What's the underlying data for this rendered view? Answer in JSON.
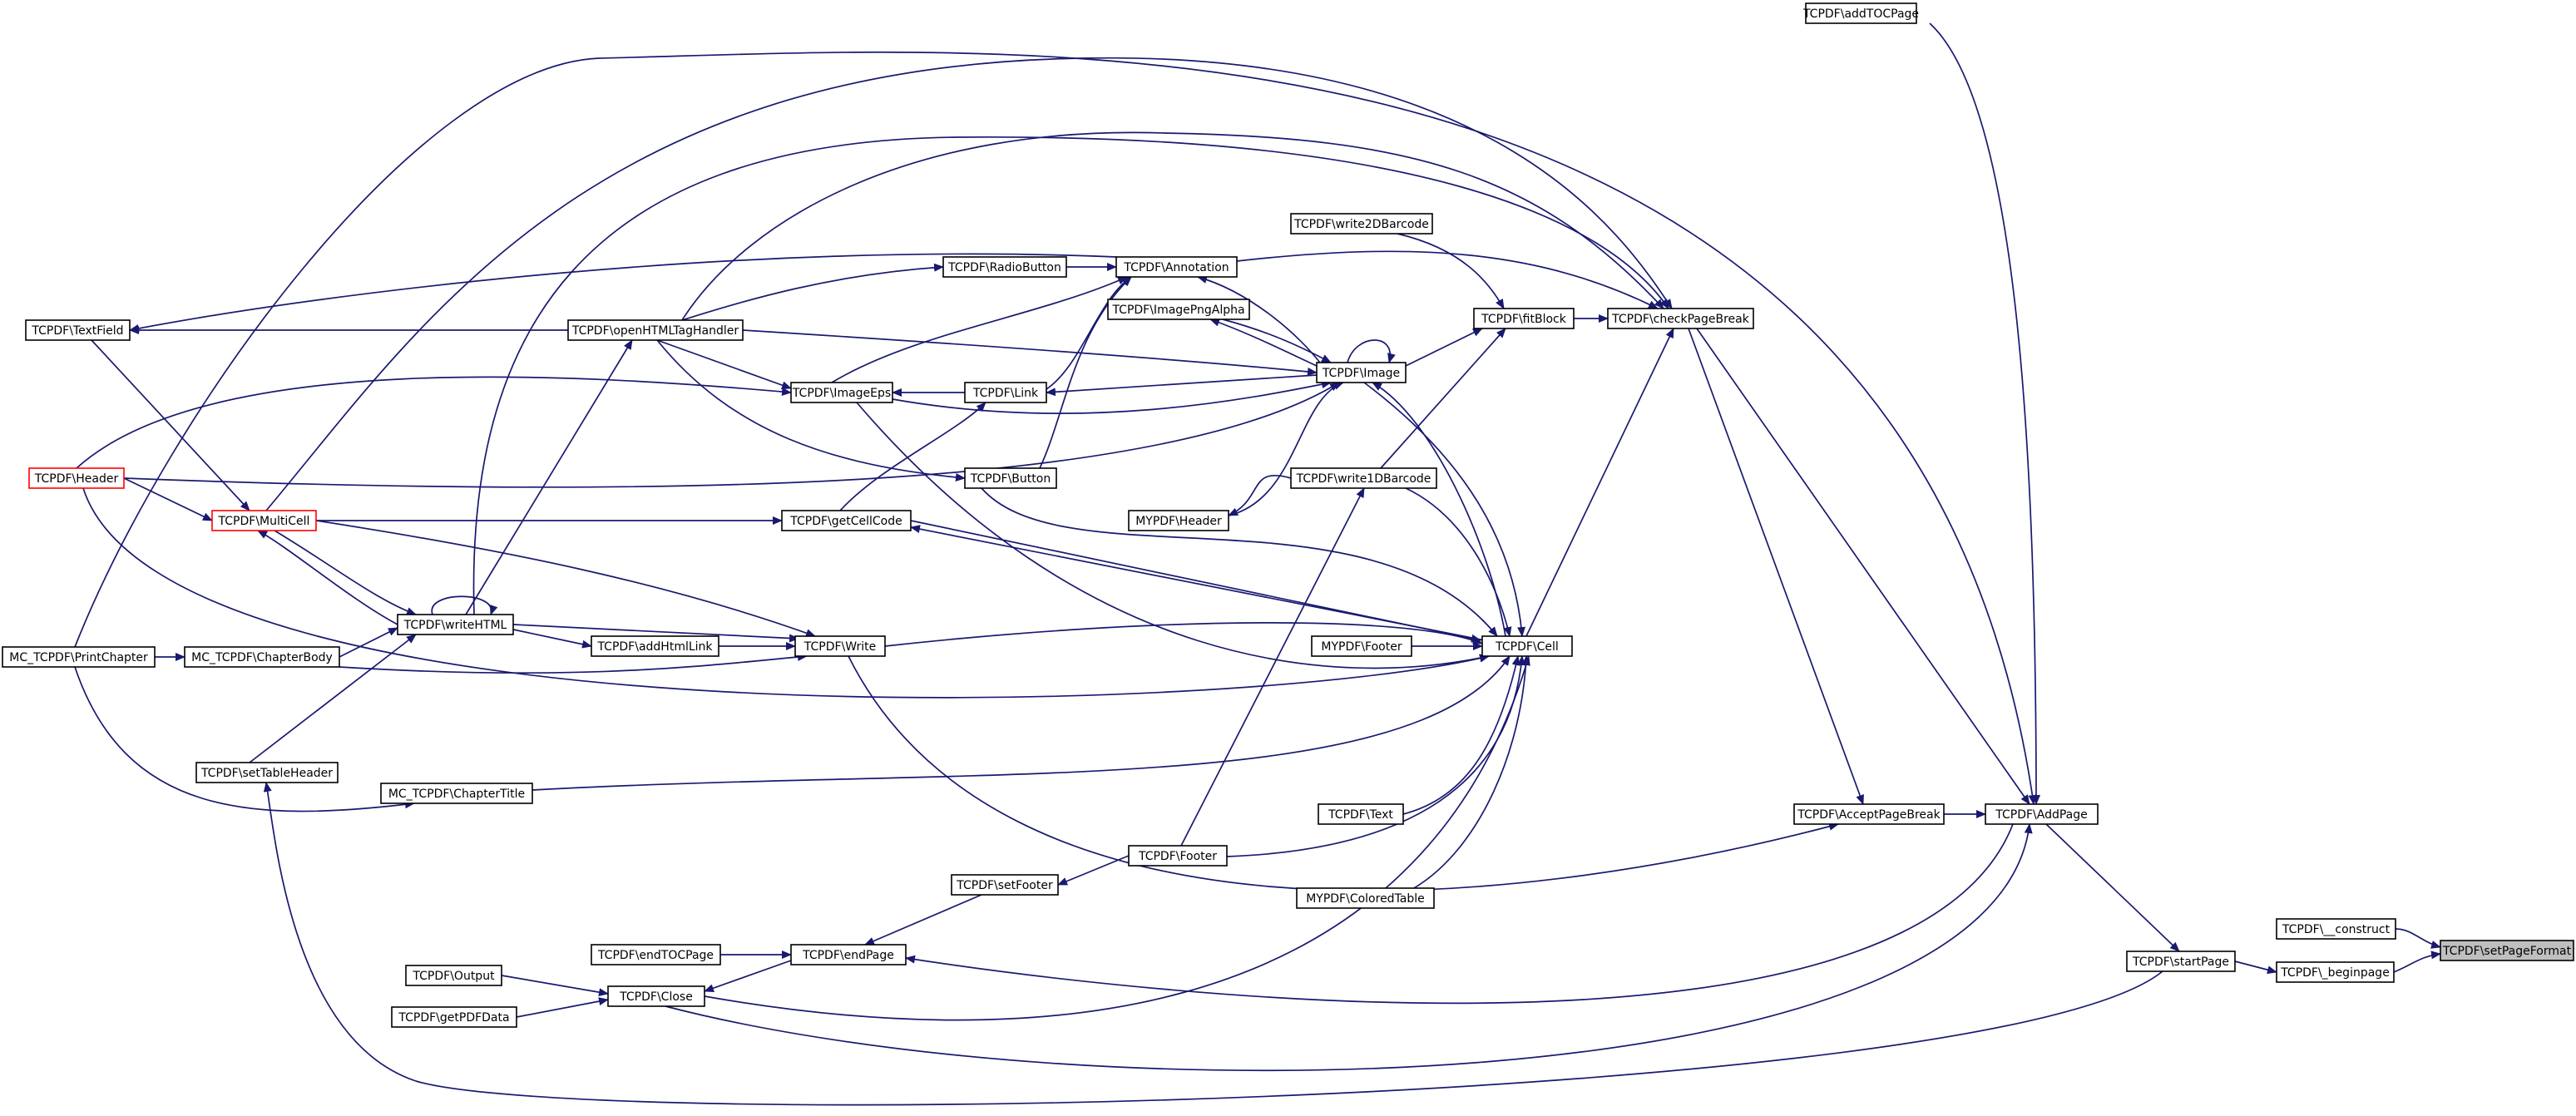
{
  "nodes": [
    {
      "id": "setPageFormat",
      "label": "TCPDF\\setPageFormat"
    },
    {
      "id": "addTOCPage",
      "label": "TCPDF\\addTOCPage"
    },
    {
      "id": "construct",
      "label": "TCPDF\\__construct"
    },
    {
      "id": "beginpage",
      "label": "TCPDF\\_beginpage"
    },
    {
      "id": "startPage",
      "label": "TCPDF\\startPage"
    },
    {
      "id": "AddPage",
      "label": "TCPDF\\AddPage"
    },
    {
      "id": "AcceptPageBreak",
      "label": "TCPDF\\AcceptPageBreak"
    },
    {
      "id": "checkPageBreak",
      "label": "TCPDF\\checkPageBreak"
    },
    {
      "id": "fitBlock",
      "label": "TCPDF\\fitBlock"
    },
    {
      "id": "write2DBarcode",
      "label": "TCPDF\\write2DBarcode"
    },
    {
      "id": "Annotation",
      "label": "TCPDF\\Annotation"
    },
    {
      "id": "RadioButton",
      "label": "TCPDF\\RadioButton"
    },
    {
      "id": "ImagePngAlpha",
      "label": "TCPDF\\ImagePngAlpha"
    },
    {
      "id": "Image",
      "label": "TCPDF\\Image"
    },
    {
      "id": "openHTMLTagHandler",
      "label": "TCPDF\\openHTMLTagHandler"
    },
    {
      "id": "TextField",
      "label": "TCPDF\\TextField"
    },
    {
      "id": "ImageEps",
      "label": "TCPDF\\ImageEps"
    },
    {
      "id": "Link",
      "label": "TCPDF\\Link"
    },
    {
      "id": "Header",
      "label": "TCPDF\\Header"
    },
    {
      "id": "Button",
      "label": "TCPDF\\Button"
    },
    {
      "id": "write1DBarcode",
      "label": "TCPDF\\write1DBarcode"
    },
    {
      "id": "MYPDFHeader",
      "label": "MYPDF\\Header"
    },
    {
      "id": "MultiCell",
      "label": "TCPDF\\MultiCell"
    },
    {
      "id": "getCellCode",
      "label": "TCPDF\\getCellCode"
    },
    {
      "id": "writeHTML",
      "label": "TCPDF\\writeHTML"
    },
    {
      "id": "PrintChapter",
      "label": "MC_TCPDF\\PrintChapter"
    },
    {
      "id": "ChapterBody",
      "label": "MC_TCPDF\\ChapterBody"
    },
    {
      "id": "addHtmlLink",
      "label": "TCPDF\\addHtmlLink"
    },
    {
      "id": "Write",
      "label": "TCPDF\\Write"
    },
    {
      "id": "MYPDFFooter",
      "label": "MYPDF\\Footer"
    },
    {
      "id": "Cell",
      "label": "TCPDF\\Cell"
    },
    {
      "id": "setTableHeader",
      "label": "TCPDF\\setTableHeader"
    },
    {
      "id": "ChapterTitle",
      "label": "MC_TCPDF\\ChapterTitle"
    },
    {
      "id": "Text",
      "label": "TCPDF\\Text"
    },
    {
      "id": "Footer",
      "label": "TCPDF\\Footer"
    },
    {
      "id": "setFooter",
      "label": "TCPDF\\setFooter"
    },
    {
      "id": "ColoredTable",
      "label": "MYPDF\\ColoredTable"
    },
    {
      "id": "endTOCPage",
      "label": "TCPDF\\endTOCPage"
    },
    {
      "id": "endPage",
      "label": "TCPDF\\endPage"
    },
    {
      "id": "Output",
      "label": "TCPDF\\Output"
    },
    {
      "id": "Close",
      "label": "TCPDF\\Close"
    },
    {
      "id": "getPDFData",
      "label": "TCPDF\\getPDFData"
    }
  ]
}
